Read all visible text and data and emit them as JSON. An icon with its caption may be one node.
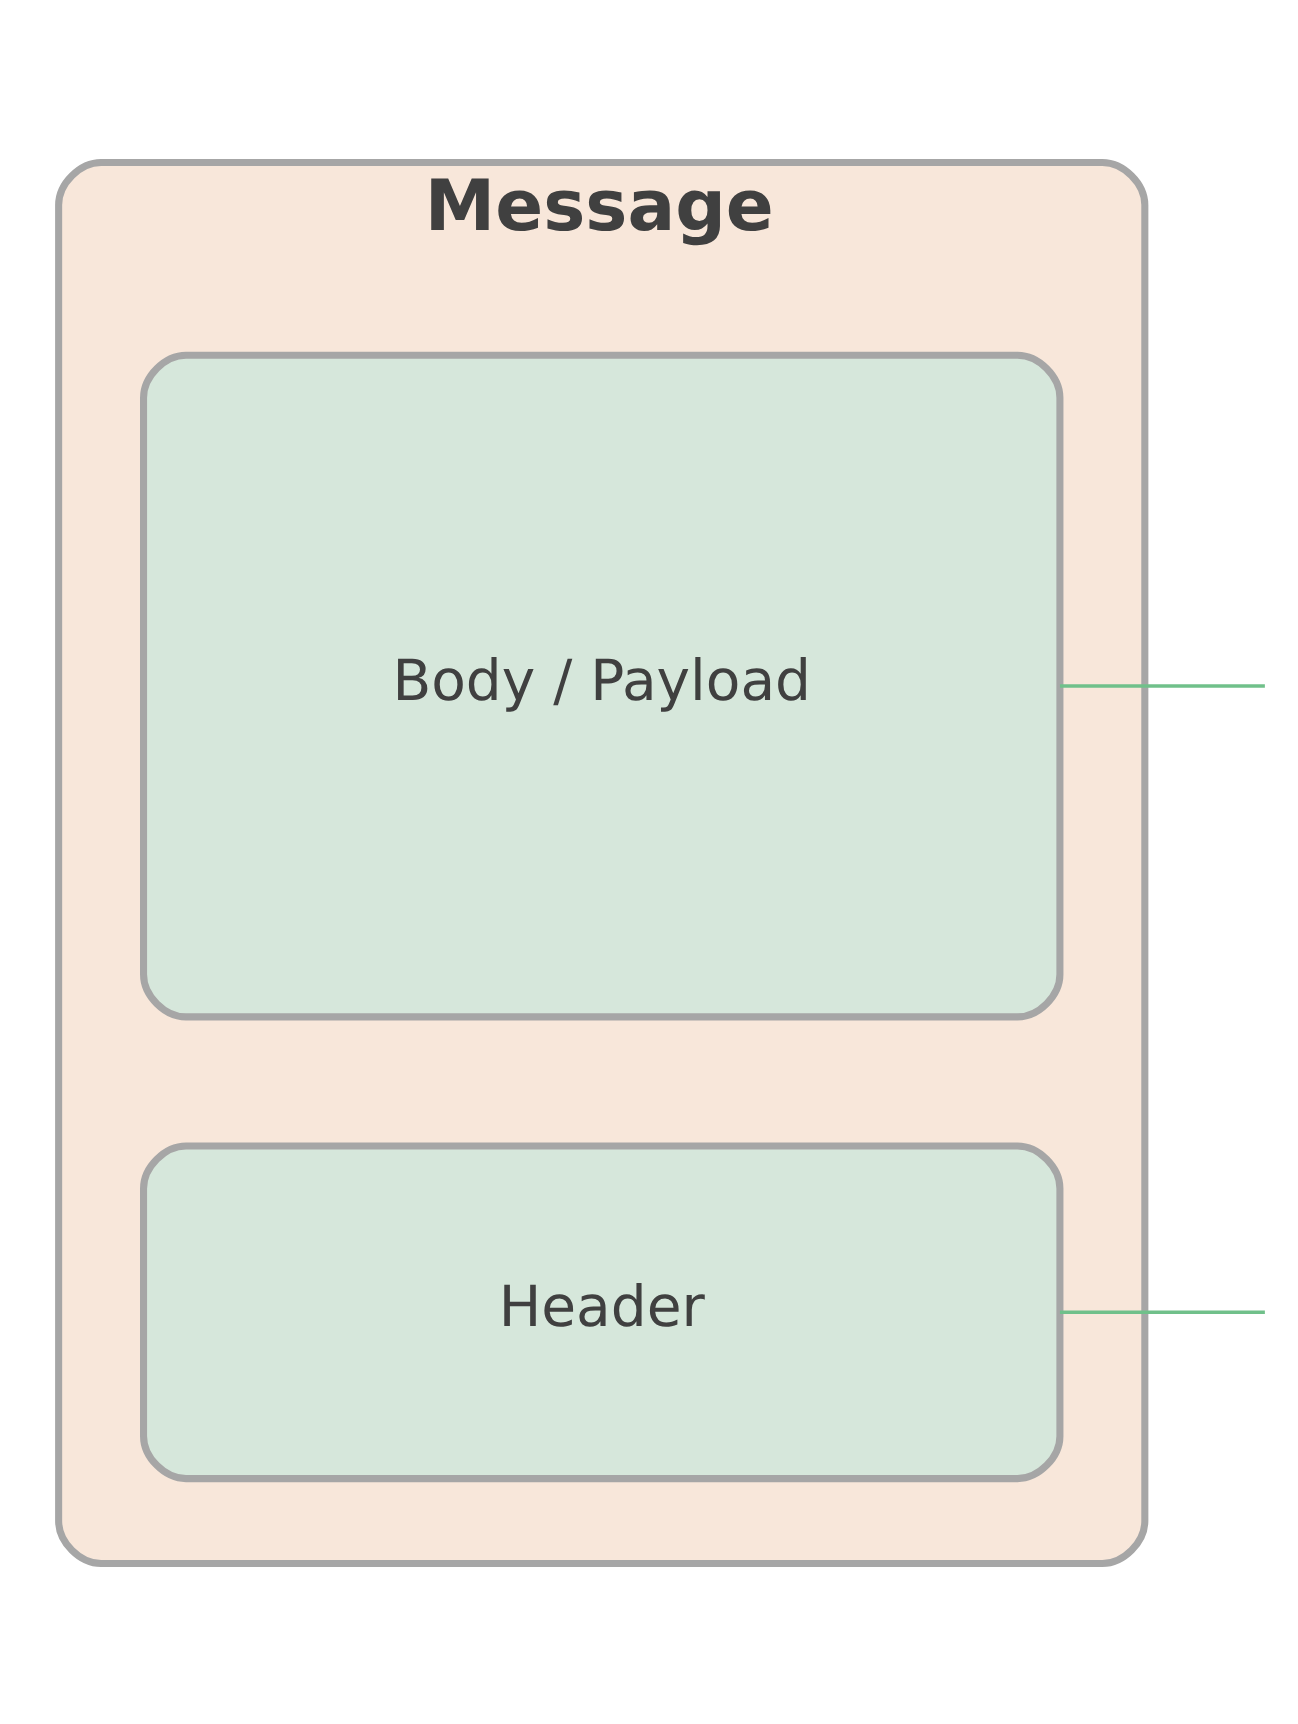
{
  "diagram": {
    "nodes": [
      {
        "text": [
          "Message"
        ]
      },
      {
        "text": [
          "Header"
        ],
        "in": 0
      },
      {
        "text": [
          "Body / Payload"
        ],
        "in": 0
      }
    ],
    "edges": [
      {
        "from": 1,
        "to": null,
        "arrow": "none"
      },
      {
        "from": 2,
        "to": null,
        "arrow": "none"
      }
    ]
  }
}
